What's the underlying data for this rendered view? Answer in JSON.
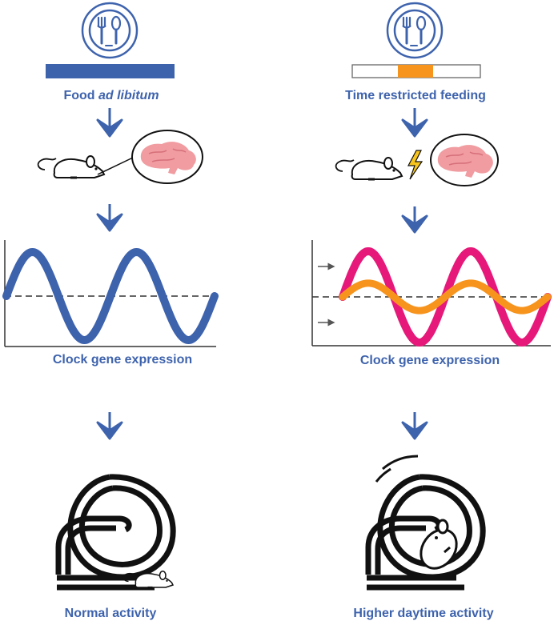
{
  "colors": {
    "blue": "#3e63ad",
    "orange": "#f7941d",
    "pink": "#e6197a",
    "brain": "#f09ca0",
    "ink": "#111111",
    "gray": "#555555"
  },
  "left": {
    "food_label_prefix": "Food ",
    "food_label_italic": "ad libitum",
    "chart_label": "Clock gene expression",
    "outcome_label": "Normal activity"
  },
  "right": {
    "food_label": "Time restricted feeding",
    "chart_label": "Clock gene expression",
    "outcome_label": "Higher daytime activity"
  },
  "icons": [
    "plate-cutlery-icon",
    "mouse-icon",
    "brain-icon",
    "lightning-icon",
    "running-wheel-icon"
  ],
  "chart_data": [
    {
      "type": "line",
      "panel": "left",
      "series": [
        {
          "color": "#3e63ad",
          "shape": "sine",
          "amplitude": 1.0,
          "cycles": 2
        }
      ],
      "baseline": "dashed"
    },
    {
      "type": "line",
      "panel": "right",
      "series": [
        {
          "color": "#e6197a",
          "shape": "sine",
          "amplitude": 1.0,
          "cycles": 2
        },
        {
          "color": "#f7941d",
          "shape": "sine",
          "amplitude": 0.3,
          "cycles": 2
        }
      ],
      "baseline": "dashed"
    }
  ]
}
